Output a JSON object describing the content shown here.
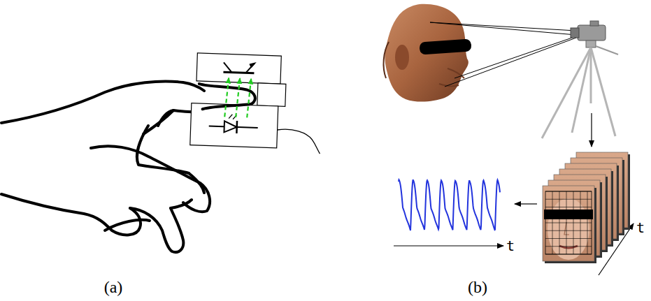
{
  "diagram": {
    "labels": [
      "(a)",
      "(b)",
      "t",
      "t"
    ]
  }
}
